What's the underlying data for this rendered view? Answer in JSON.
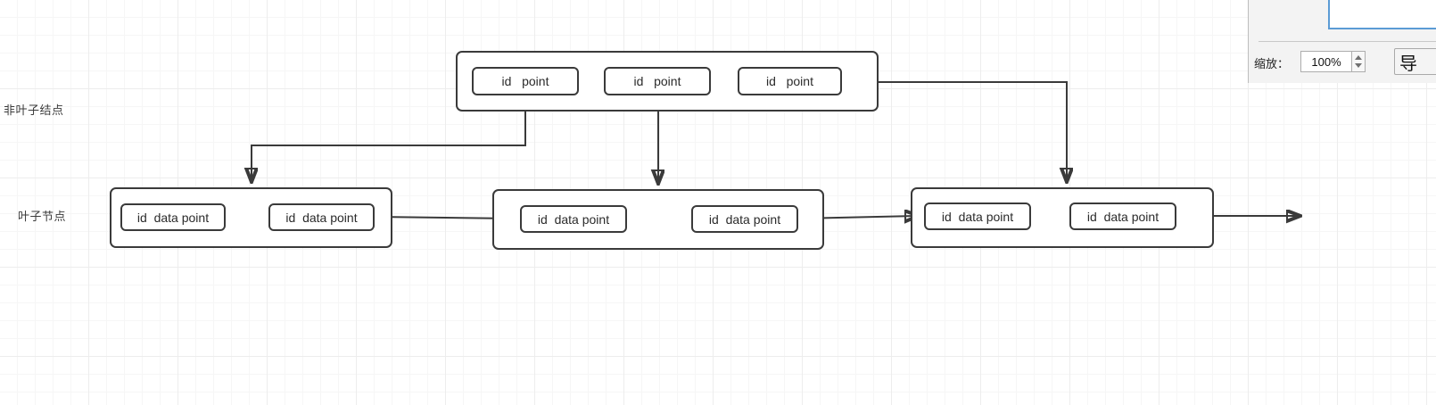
{
  "diagram": {
    "labels": {
      "nonleaf": "非叶子结点",
      "leaf": "叶子节点"
    },
    "root_node": {
      "cells": [
        {
          "text": "id   point"
        },
        {
          "text": "id   point"
        },
        {
          "text": "id   point"
        }
      ]
    },
    "leaf_nodes": [
      {
        "cells": [
          {
            "text": "id  data point"
          },
          {
            "text": "id  data point"
          }
        ]
      },
      {
        "cells": [
          {
            "text": "id  data point"
          },
          {
            "text": "id  data point"
          }
        ]
      },
      {
        "cells": [
          {
            "text": "id  data point"
          },
          {
            "text": "id  data point"
          }
        ]
      }
    ],
    "colors": {
      "stroke": "#3a3a3a",
      "node_fill": "#ffffff",
      "grid_minor": "#f6f6f6",
      "grid_major": "#ededed"
    }
  },
  "zoom_dialog": {
    "zoom_label": "缩放：",
    "zoom_value": "100%",
    "export_button_label": "导",
    "accent_color": "#5b9bd5"
  }
}
